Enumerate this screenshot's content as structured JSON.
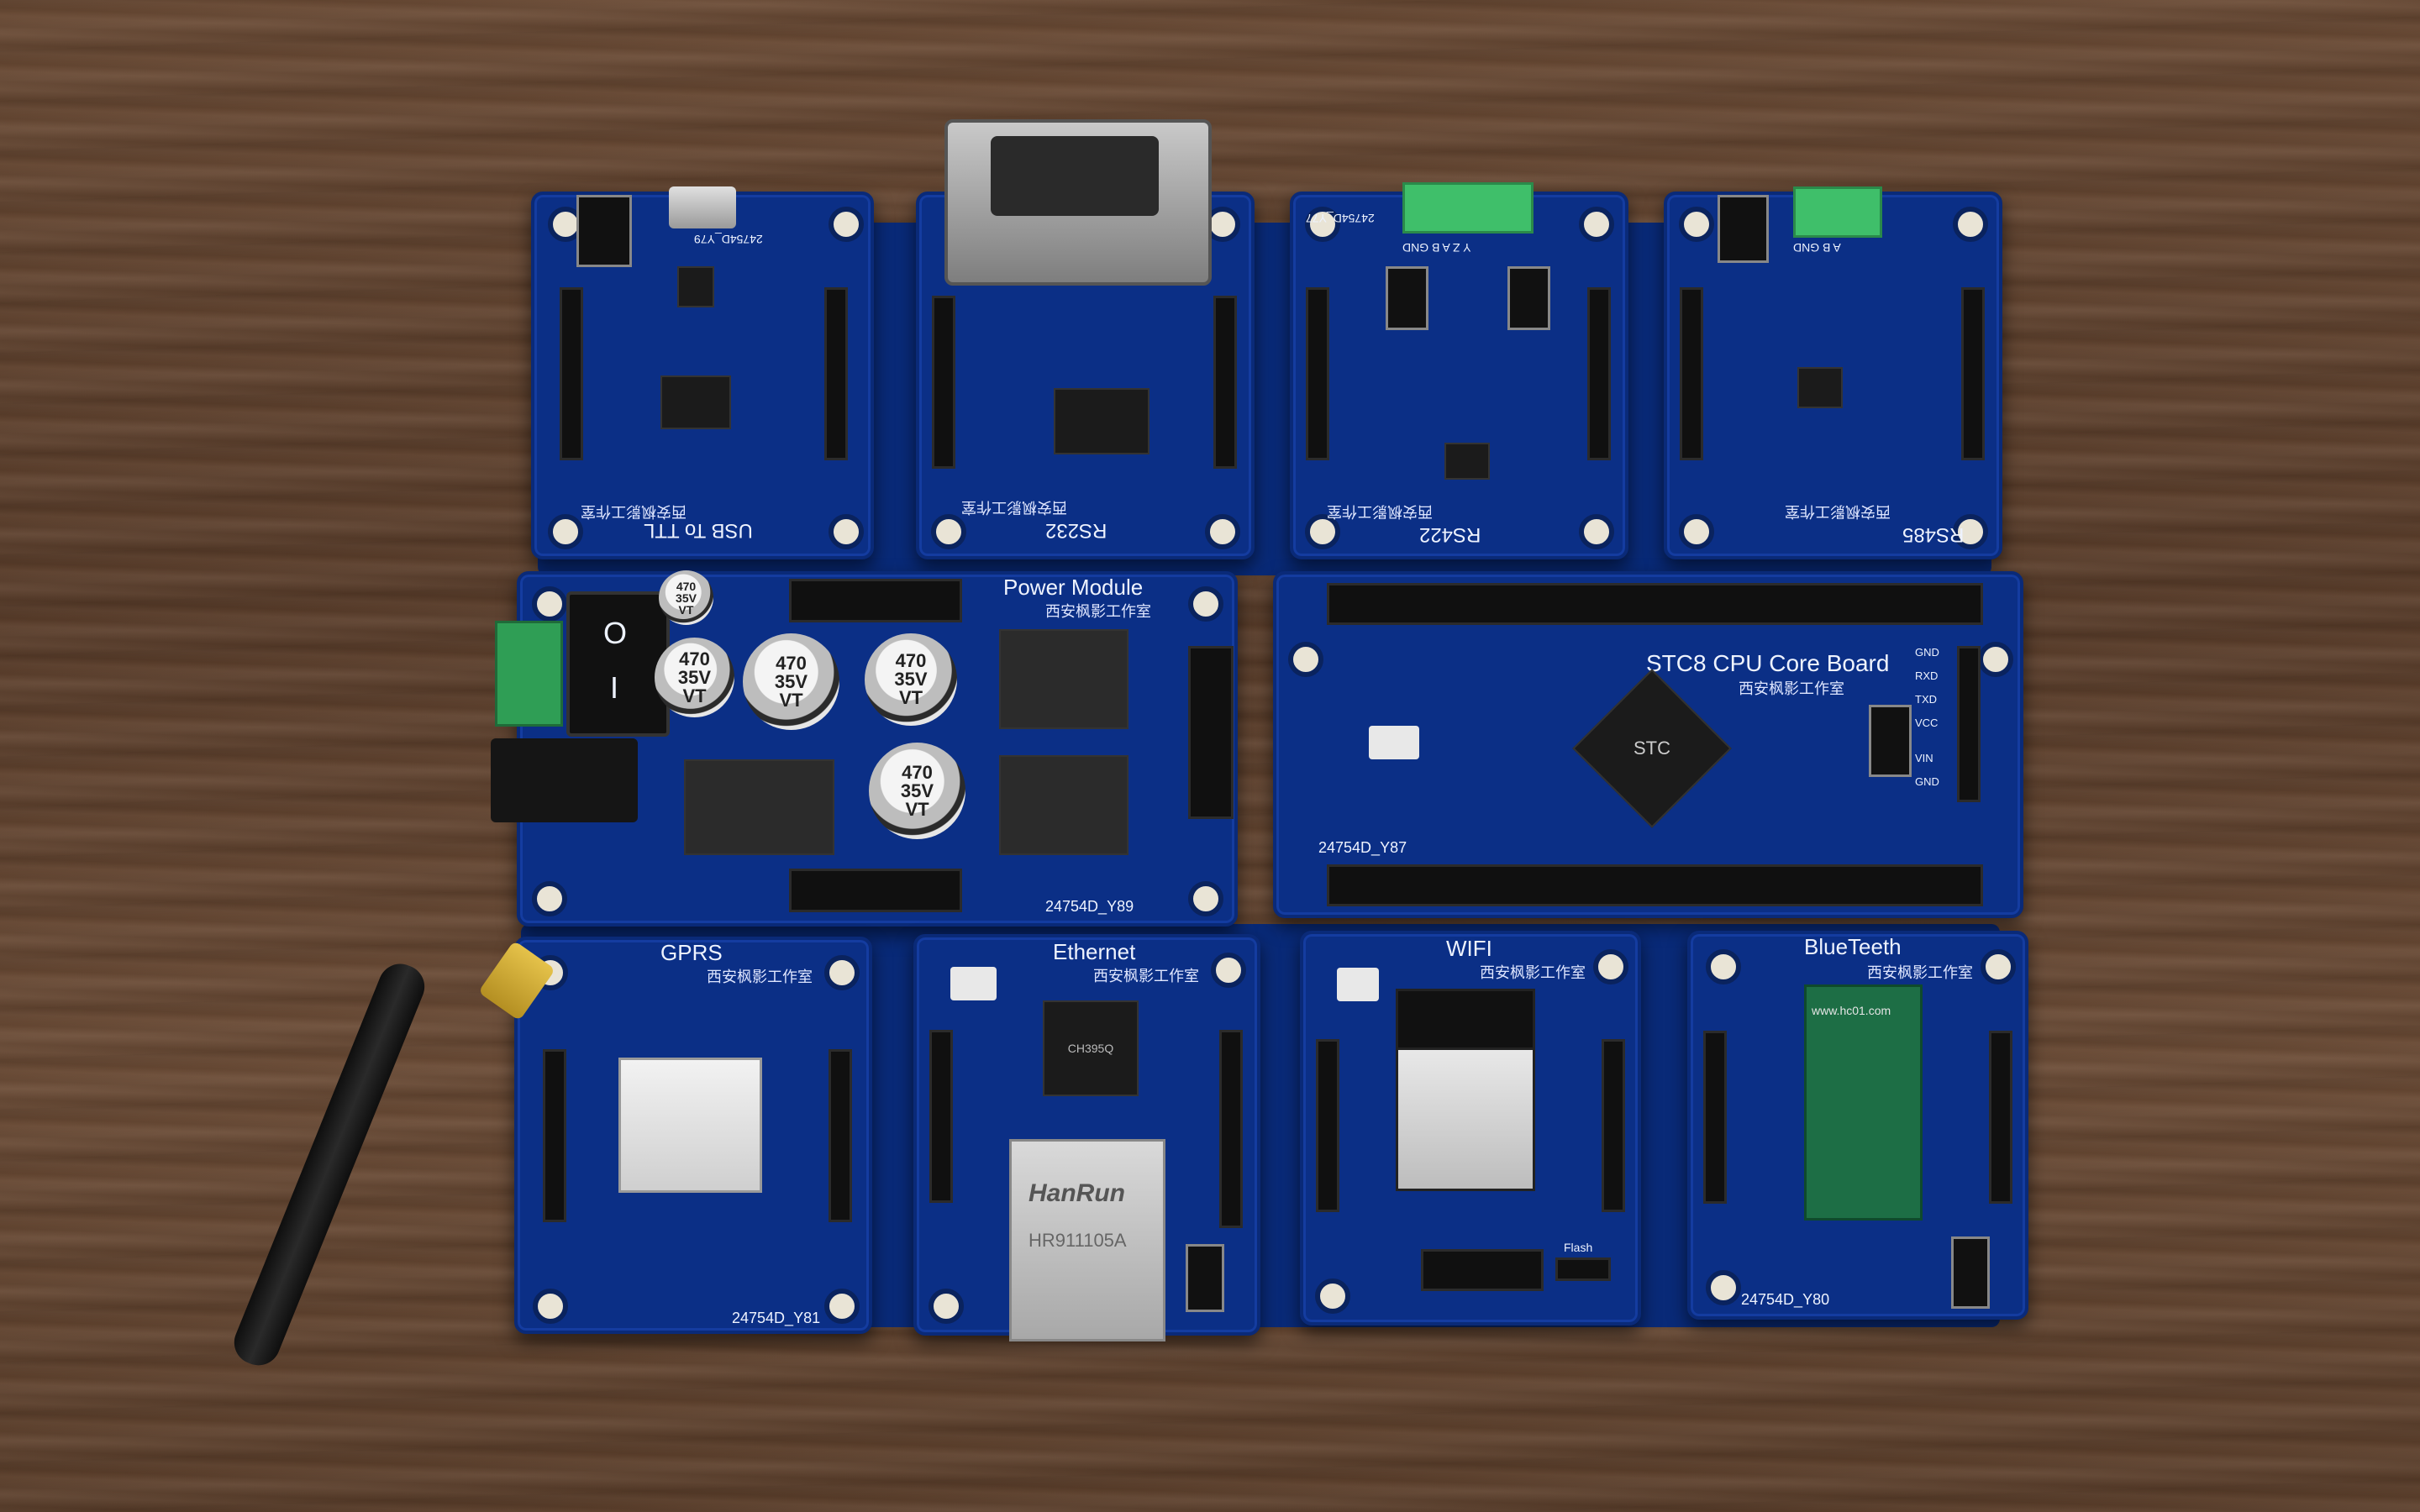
{
  "boards": {
    "usb_ttl": {
      "title": "USB To TTL",
      "sub": "西安枫影工作室",
      "code": "24754D_Y79"
    },
    "rs232": {
      "title": "RS232",
      "sub": "西安枫影工作室"
    },
    "rs422": {
      "title": "RS422",
      "sub": "西安枫影工作室",
      "code": "24754D_Y77",
      "term": "Y Z A B GND"
    },
    "rs485": {
      "title": "RS485",
      "sub": "西安枫影工作室",
      "term": "A B GND"
    },
    "power": {
      "title": "Power Module",
      "sub": "西安枫影工作室",
      "code": "24754D_Y89",
      "cap_text": "470\n35V\nVT",
      "switch_on": "I",
      "switch_off": "O"
    },
    "cpu": {
      "title": "STC8 CPU Core Board",
      "sub": "西安枫影工作室",
      "code": "24754D_Y87",
      "chip": "STC",
      "pins_right": [
        "GND",
        "RXD",
        "TXD",
        "VCC",
        "VIN",
        "GND"
      ]
    },
    "gprs": {
      "title": "GPRS",
      "sub": "西安枫影工作室",
      "code": "24754D_Y81"
    },
    "ethernet": {
      "title": "Ethernet",
      "sub": "西安枫影工作室",
      "jack_brand": "HanRun",
      "jack_model": "HR911105A",
      "chip": "CH395Q"
    },
    "wifi": {
      "title": "WIFI",
      "sub": "西安枫影工作室",
      "flash": "Flash"
    },
    "bluetooth": {
      "title": "BlueTeeth",
      "sub": "西安枫影工作室",
      "code": "24754D_Y80",
      "url": "www.hc01.com"
    }
  },
  "colors": {
    "pcb": "#0b2f86",
    "wood": "#5e412d",
    "silk": "#eef3ff"
  }
}
